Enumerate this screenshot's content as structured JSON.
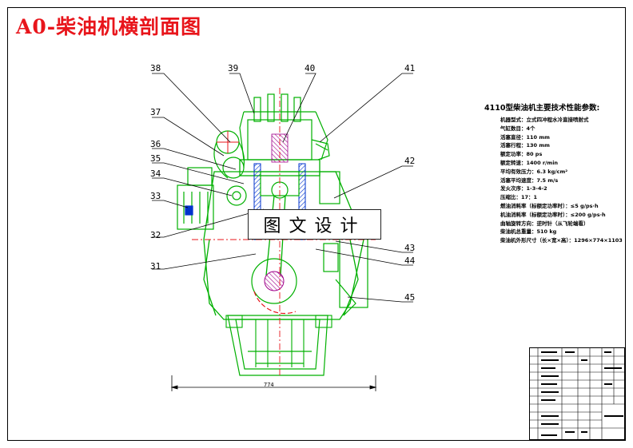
{
  "title": "A0-柴油机横剖面图",
  "callouts": [
    {
      "id": "c38",
      "label": "38"
    },
    {
      "id": "c39",
      "label": "39"
    },
    {
      "id": "c40",
      "label": "40"
    },
    {
      "id": "c41",
      "label": "41"
    },
    {
      "id": "c37",
      "label": "37"
    },
    {
      "id": "c36",
      "label": "36"
    },
    {
      "id": "c35",
      "label": "35"
    },
    {
      "id": "c34",
      "label": "34"
    },
    {
      "id": "c42",
      "label": "42"
    },
    {
      "id": "c33",
      "label": "33"
    },
    {
      "id": "c32",
      "label": "32"
    },
    {
      "id": "c43",
      "label": "43"
    },
    {
      "id": "c44",
      "label": "44"
    },
    {
      "id": "c31",
      "label": "31"
    },
    {
      "id": "c45",
      "label": "45"
    }
  ],
  "specs": {
    "title": "4110型柴油机主要技术性能参数:",
    "lines": [
      "机器型式：立式四冲程水冷直接喷射式",
      "气缸数目：4个",
      "活塞直径：110 mm",
      "活塞行程：130 mm",
      "额定功率：80 ps",
      "额定转速：1400 r/min",
      "平均有效压力：6.3 kg/cm²",
      "活塞平均速度：7.5 m/s",
      "发火次序：1-3-4-2",
      "压缩比：17：1",
      "燃油消耗率（标额定功率时）：≤5 g/ps·h",
      "机油消耗率（标额定功率时）：≤200 g/ps·h",
      "曲轴旋转方向：逆时针（从飞轮端看）",
      "柴油机总重量：510 kg",
      "柴油机外形尺寸（长×宽×高）：1296×774×1103"
    ]
  },
  "watermark": "图文设计",
  "dimension": "774",
  "colors": {
    "title": "#e8151b",
    "part_outline": "#00b000",
    "section_fill": "#0033cc",
    "centerline": "#e8151b",
    "leader": "#000000"
  }
}
